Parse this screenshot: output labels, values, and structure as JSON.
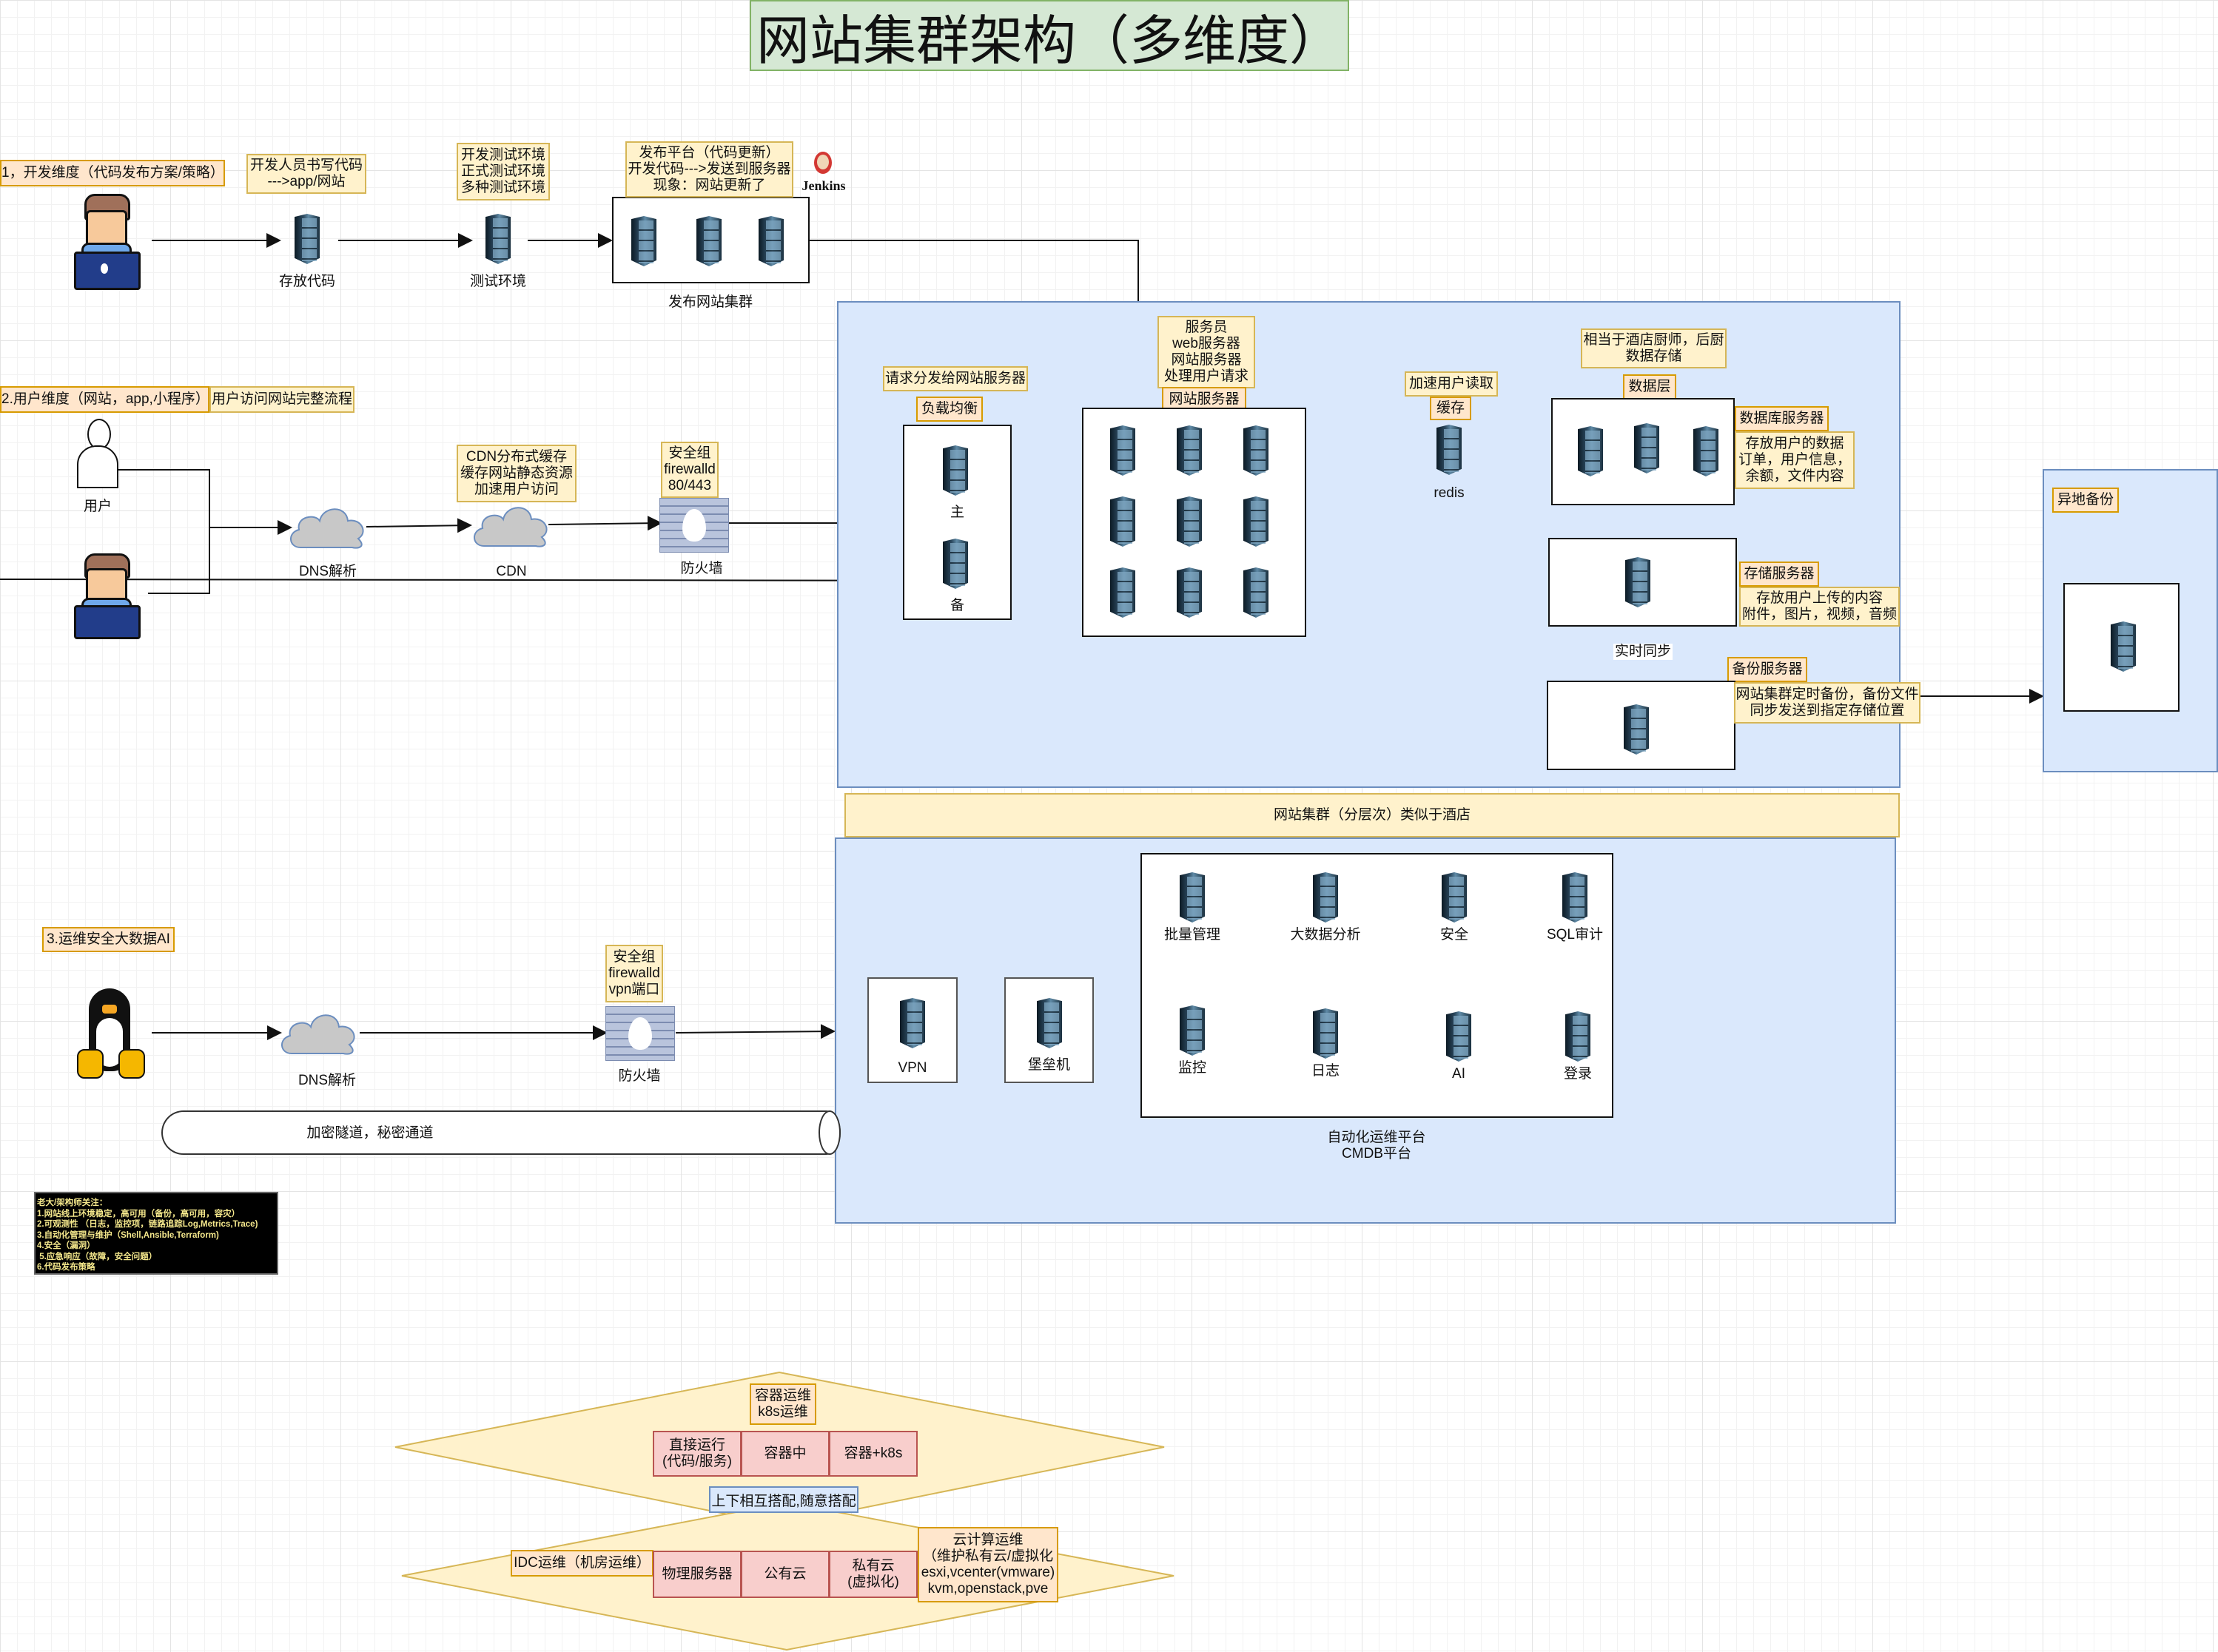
{
  "title": "网站集群架构（多维度）",
  "dev": {
    "section_label": "1，开发维度（代码发布方案/策略）",
    "note_developer": "开发人员书写代码\n--->app/网站",
    "server_code_label": "存放代码",
    "note_test_envs": "开发测试环境\n正式测试环境\n多种测试环境",
    "server_test_label": "测试环境",
    "note_publish": "发布平台（代码更新）\n开发代码--->发送到服务器\n现象：网站更新了",
    "jenkins_label": "Jenkins",
    "publish_cluster_label": "发布网站集群"
  },
  "user": {
    "section_label": "2.用户维度（网站，app,小程序）",
    "flow_label": "用户访问网站完整流程",
    "user_label": "用户",
    "dns_label": "DNS解析",
    "cdn_note": "CDN分布式缓存\n缓存网站静态资源\n加速用户访问",
    "cdn_label": "CDN",
    "fw_note": "安全组\nfirewalld\n80/443",
    "fw_label": "防火墙"
  },
  "cluster": {
    "lb_note": "请求分发给网站服务器",
    "lb_tag": "负载均衡",
    "lb_primary": "主",
    "lb_backup": "备",
    "web_note": "服务员\nweb服务器\n网站服务器\n处理用户请求",
    "web_tag": "网站服务器",
    "cache_note": "加速用户读取",
    "cache_tag": "缓存",
    "redis_label": "redis",
    "data_note": "相当于酒店厨师，后厨\n数据存储",
    "data_tag": "数据层",
    "db_tag": "数据库服务器",
    "db_note": "存放用户的数据\n订单，用户信息，\n余额，文件内容",
    "storage_tag": "存储服务器",
    "storage_note": "存放用户上传的内容\n附件，图片，视频，音频",
    "sync_label": "实时同步",
    "backup_tag": "备份服务器",
    "backup_note": "网站集群定时备份，备份文件\n同步发送到指定存储位置",
    "offsite_tag": "异地备份",
    "banner": "网站集群（分层次）类似于酒店"
  },
  "ops": {
    "section_label": "3.运维安全大数据AI",
    "dns_label": "DNS解析",
    "fw_note": "安全组\nfirewalld\nvpn端口",
    "fw_label": "防火墙",
    "tunnel_label": "加密隧道，秘密通道",
    "vpn_label": "VPN",
    "bastion_label": "堡垒机",
    "platform_items": [
      "批量管理",
      "大数据分析",
      "安全",
      "SQL审计",
      "监控",
      "日志",
      "AI",
      "登录"
    ],
    "platform_label": "自动化运维平台\nCMDB平台"
  },
  "architect_notes": {
    "title": "老大/架构师关注：",
    "items": [
      "1.网站线上环境稳定，高可用（备份，高可用，容灾）",
      "2.可观测性 （日志，监控项，链路追踪Log,Metrics,Trace)",
      "3.自动化管理与维护（Shell,Ansible,Terraform)",
      "4.安全（漏洞）",
      " 5.应急响应（故障，安全问题）",
      "6.代码发布策略"
    ]
  },
  "layers": {
    "container_tag": "容器运维\nk8s运维",
    "container_cells": [
      "直接运行\n(代码/服务)",
      "容器中",
      "容器+k8s"
    ],
    "combine_label": "上下相互搭配,随意搭配",
    "idc_tag": "IDC运维（机房运维）",
    "infra_cells": [
      "物理服务器",
      "公有云",
      "私有云\n(虚拟化)"
    ],
    "cloud_tag": "云计算运维\n（维护私有云/虚拟化\nesxi,vcenter(vmware)\nkvm,openstack,pve"
  },
  "colors": {
    "note_fill": "#fff2cc",
    "tag_fill": "#ffe6cc",
    "panel_fill": "#dae8fc",
    "title_fill": "#d5e8d4",
    "cell_fill": "#f8cecc"
  }
}
